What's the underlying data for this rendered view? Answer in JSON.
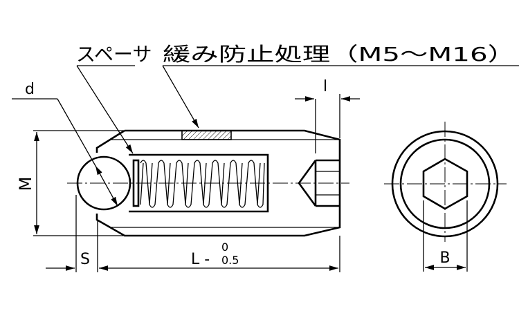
{
  "labels": {
    "spacer": "スペーサ",
    "locking_treatment": "緩み防止処理（M5～M16）",
    "ball_diameter": "d",
    "thread_size": "M",
    "protrusion": "S",
    "length": "L -",
    "length_tol_upper": "0",
    "length_tol_lower": "0.5",
    "socket_depth": "l",
    "hex_width": "B"
  }
}
